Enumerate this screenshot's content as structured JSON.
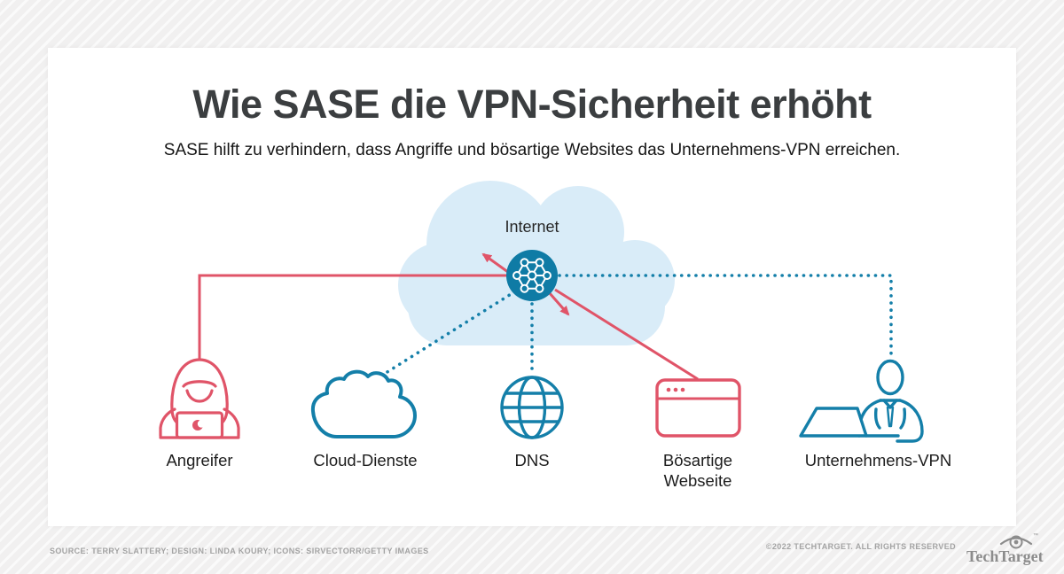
{
  "header": {
    "title": "Wie SASE die VPN-Sicherheit erhöht",
    "subtitle": "SASE hilft zu verhindern, dass Angriffe und bösartige Websites das Unternehmens-VPN erreichen."
  },
  "diagram": {
    "internet_label": "Internet",
    "center_node": {
      "id": "sase-internet-node",
      "icon": "mesh-network-icon"
    },
    "nodes": [
      {
        "id": "angreifer",
        "label": "Angreifer",
        "icon": "hacker-laptop-icon",
        "color": "#e05468",
        "connection": "blocked-solid-red"
      },
      {
        "id": "cloud-dienste",
        "label": "Cloud-Dienste",
        "icon": "cloud-icon",
        "color": "#147fa9",
        "connection": "allowed-dotted-teal"
      },
      {
        "id": "dns",
        "label": "DNS",
        "icon": "globe-icon",
        "color": "#147fa9",
        "connection": "allowed-dotted-teal"
      },
      {
        "id": "boesartige-webseite",
        "label": "Bösartige Webseite",
        "icon": "browser-window-icon",
        "color": "#e05468",
        "connection": "blocked-solid-red"
      },
      {
        "id": "unternehmens-vpn",
        "label": "Unternehmens-VPN",
        "icon": "person-laptop-icon",
        "color": "#147fa9",
        "connection": "allowed-dotted-teal"
      }
    ]
  },
  "colors": {
    "red_attack": "#e05468",
    "teal_safe": "#147fa9",
    "node_fill": "#0f7ba5",
    "cloud_fill": "#d9ecf8",
    "background": "#f1f0f0",
    "card": "#ffffff",
    "title_text": "#3b3e40",
    "footer_gray": "#a3a3a3"
  },
  "footer": {
    "source": "SOURCE: TERRY SLATTERY; DESIGN: LINDA KOURY; ICONS: SIRVECTORR/GETTY IMAGES",
    "copyright": "©2022 TECHTARGET. ALL RIGHTS RESERVED",
    "brand": "TechTarget",
    "brand_mark": "™"
  }
}
